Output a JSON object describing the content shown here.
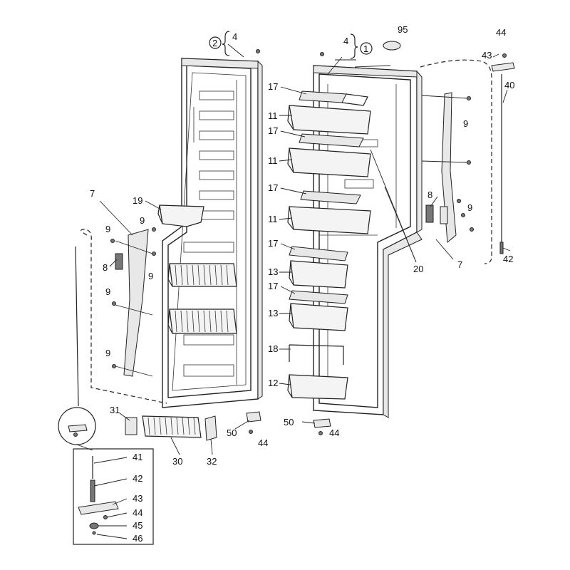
{
  "labels": {
    "l4a": "4",
    "l2": "2",
    "l4b": "4",
    "l1": "1",
    "l95": "95",
    "l44top": "44",
    "l43top": "43",
    "l40": "40",
    "l17a": "17",
    "l11a": "11",
    "l17b": "17",
    "l11b": "11",
    "l9r": "9",
    "l17c": "17",
    "l11c": "11",
    "l8r": "8",
    "l9r2": "9",
    "l17d": "17",
    "l13a": "13",
    "l20": "20",
    "l7r": "7",
    "l42r": "42",
    "l17e": "17",
    "l13b": "13",
    "l18": "18",
    "l12": "12",
    "l50r": "50",
    "l44r": "44",
    "l7l": "7",
    "l19": "19",
    "l9a": "9",
    "l9b": "9",
    "l8l": "8",
    "l9c": "9",
    "l9d": "9",
    "l9e": "9",
    "l31": "31",
    "l30": "30",
    "l32": "32",
    "l50l": "50",
    "l44l": "44",
    "l41": "41",
    "l42": "42",
    "l43": "43",
    "l44": "44",
    "l45": "45",
    "l46": "46"
  },
  "colors": {
    "line": "#222222",
    "background": "#ffffff"
  }
}
